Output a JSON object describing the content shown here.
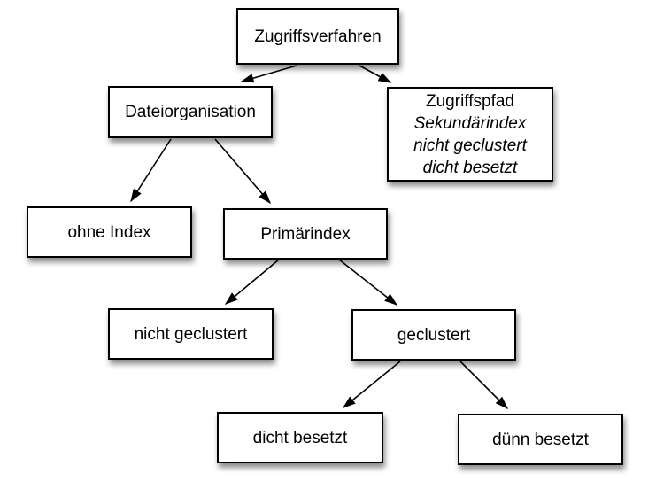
{
  "diagram": {
    "type": "tree",
    "background_color": "#ffffff",
    "box_fill_color": "#ffffff",
    "box_border_color": "#000000",
    "text_color": "#000000",
    "nodes": {
      "zugriffsverfahren": {
        "label": "Zugriffsverfahren"
      },
      "dateiorganisation": {
        "label": "Dateiorganisation"
      },
      "zugriffspfad": {
        "line1": "Zugriffspfad",
        "line2": "Sekundärindex",
        "line3": "nicht geclustert",
        "line4": "dicht besetzt"
      },
      "ohne_index": {
        "label": "ohne Index"
      },
      "primaerindex": {
        "label": "Primärindex"
      },
      "nicht_geclustert": {
        "label": "nicht geclustert"
      },
      "geclustert": {
        "label": "geclustert"
      },
      "dicht_besetzt": {
        "label": "dicht besetzt"
      },
      "duenn_besetzt": {
        "label": "dünn besetzt"
      }
    },
    "edges": [
      {
        "from": "Zugriffsverfahren",
        "to": "Dateiorganisation"
      },
      {
        "from": "Zugriffsverfahren",
        "to": "Zugriffspfad"
      },
      {
        "from": "Dateiorganisation",
        "to": "ohne Index"
      },
      {
        "from": "Dateiorganisation",
        "to": "Primärindex"
      },
      {
        "from": "Primärindex",
        "to": "nicht geclustert"
      },
      {
        "from": "Primärindex",
        "to": "geclustert"
      },
      {
        "from": "geclustert",
        "to": "dicht besetzt"
      },
      {
        "from": "geclustert",
        "to": "dünn besetzt"
      }
    ]
  }
}
